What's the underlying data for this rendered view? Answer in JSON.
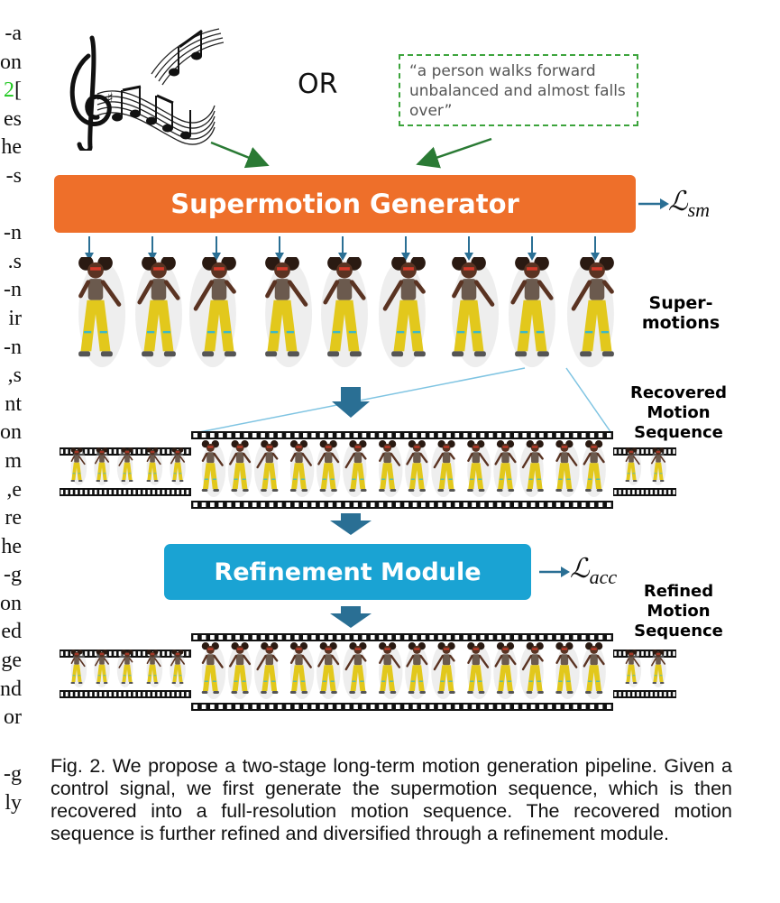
{
  "left_column_fragments": [
    "a-",
    "on",
    "2]",
    "es",
    "he",
    "s-",
    "",
    "n-",
    "s.",
    "n-",
    "ir",
    "n-",
    "s,",
    "nt",
    "on",
    "m",
    "e,",
    "re",
    "he",
    "g-",
    "on",
    "ed",
    "ge",
    "nd",
    "or",
    "",
    "g-",
    "ly"
  ],
  "left_column_green_index": 2,
  "diagram": {
    "or_label": "OR",
    "text_prompt": "“a person walks forward unbalanced and almost falls over”",
    "generator_label": "Supermotion Generator",
    "generator_loss": "ℒ",
    "generator_loss_sub": "sm",
    "supermotions_label_line1": "Super-",
    "supermotions_label_line2": "motions",
    "recovered_label_line1": "Recovered",
    "recovered_label_line2": "Motion",
    "recovered_label_line3": "Sequence",
    "refinement_label": "Refinement Module",
    "refinement_loss": "ℒ",
    "refinement_loss_sub": "acc",
    "refined_label_line1": "Refined",
    "refined_label_line2": "Motion",
    "refined_label_line3": "Sequence",
    "icons": [
      "music-notes-icon",
      "dancer-figure-icon",
      "film-strip-icon",
      "arrow-icon"
    ],
    "colors": {
      "generator": "#ee6f2a",
      "refinement": "#1aa3d3",
      "arrows_green": "#2a7a34",
      "arrows_blue": "#2a6f94",
      "dashed_border": "#3ca43c"
    }
  },
  "caption": "Fig. 2. We propose a two-stage long-term motion generation pipeline. Given a control signal, we first generate the supermotion sequence, which is then recovered into a full-resolution motion sequence. The recovered motion sequence is further refined and diversified through a refinement module."
}
